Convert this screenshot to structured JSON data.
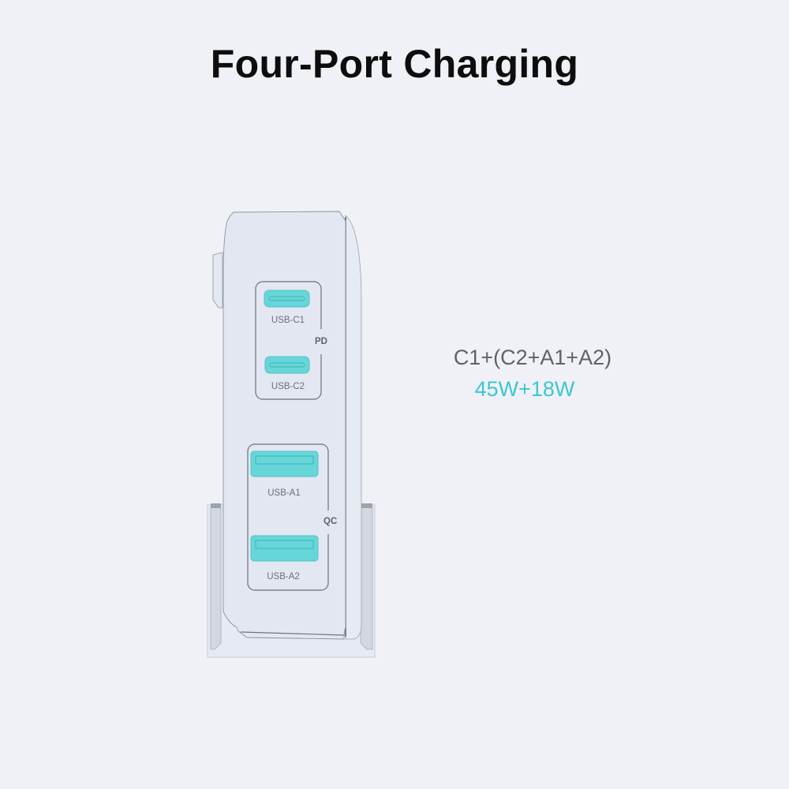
{
  "header": {
    "title": "Four-Port Charging"
  },
  "device": {
    "groups": [
      {
        "label": "PD",
        "ports": [
          {
            "type": "usb-c",
            "label": "USB-C1"
          },
          {
            "type": "usb-c",
            "label": "USB-C2"
          }
        ]
      },
      {
        "label": "QC",
        "ports": [
          {
            "type": "usb-a",
            "label": "USB-A1"
          },
          {
            "type": "usb-a",
            "label": "USB-A2"
          }
        ]
      }
    ]
  },
  "spec": {
    "formula": "C1+(C2+A1+A2)",
    "power": "45W+18W"
  },
  "colors": {
    "background": "#eff1f6",
    "accent": "#3cc6d2",
    "port_fill": "#67d6d8",
    "body": "#e2e7f2"
  }
}
